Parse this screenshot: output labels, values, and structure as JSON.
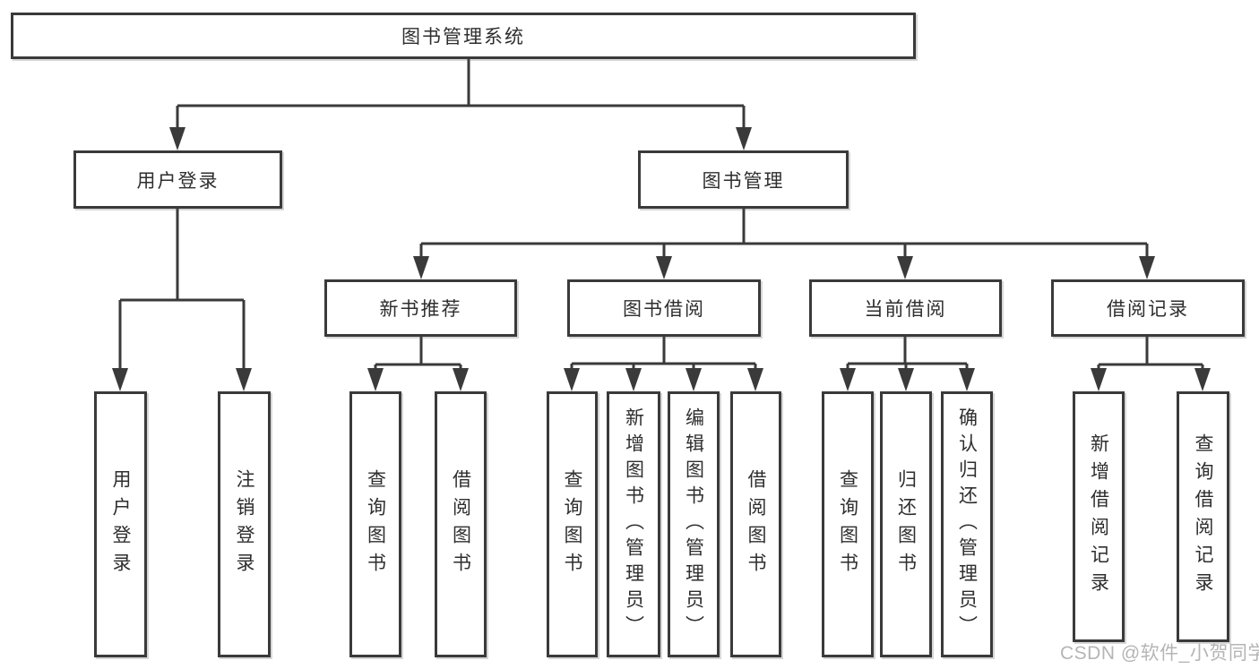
{
  "diagram": {
    "title": "图书管理系统",
    "level1": {
      "user_login": "用户登录",
      "book_management": "图书管理"
    },
    "level2": {
      "new_book_recommend": "新书推荐",
      "book_borrow": "图书借阅",
      "current_borrow": "当前借阅",
      "borrow_records": "借阅记录"
    },
    "leaves": {
      "user_login": "用户登录",
      "logout": "注销登录",
      "nb_query_books": "查询图书",
      "nb_borrow_books": "借阅图书",
      "bb_query_books": "查询图书",
      "bb_add_book_admin": "新增图书（管理员）",
      "bb_edit_book_admin": "编辑图书（管理员）",
      "bb_borrow_books": "借阅图书",
      "cb_query_books": "查询图书",
      "cb_return_book": "归还图书",
      "cb_confirm_return_admin": "确认归还（管理员）",
      "br_add_record": "新增借阅记录",
      "br_query_record": "查询借阅记录"
    },
    "watermark": "CSDN @软件_小贺同学",
    "colors": {
      "line": "#3a3a3a",
      "text": "#2e2e2e",
      "watermark": "#b5b5b5",
      "background": "#ffffff"
    }
  }
}
